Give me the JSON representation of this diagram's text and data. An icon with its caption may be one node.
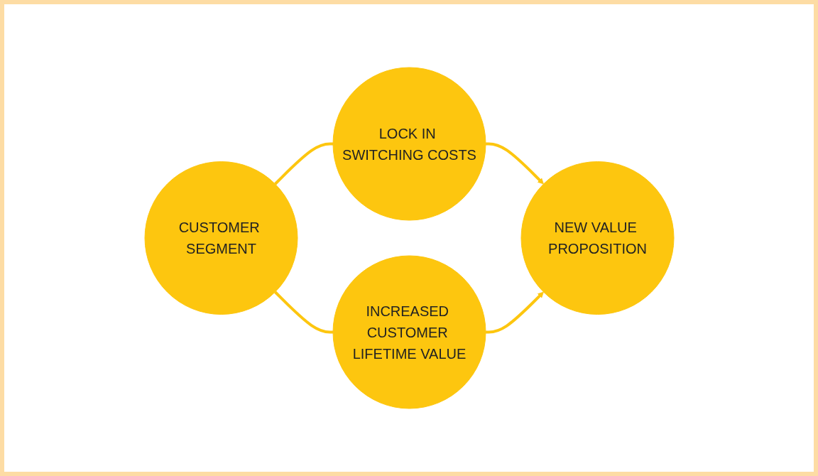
{
  "diagram": {
    "nodes": [
      {
        "text": [
          "LOCK IN SWITCHING COSTS"
        ]
      },
      {
        "text": [
          "NEW VALUE PROPOSITION"
        ]
      },
      {
        "text": [
          "CUSTOMER SEGMENT"
        ]
      },
      {
        "text": [
          "INCREASED CUSTOMER LIFETIME VALUE"
        ]
      }
    ],
    "edges": [
      {
        "from": 0,
        "to": 1,
        "arrow": "to"
      },
      {
        "from": 2,
        "to": 0,
        "arrow": "none"
      },
      {
        "from": 2,
        "to": 3,
        "arrow": "none"
      },
      {
        "from": 3,
        "to": 1,
        "arrow": "to"
      }
    ]
  }
}
